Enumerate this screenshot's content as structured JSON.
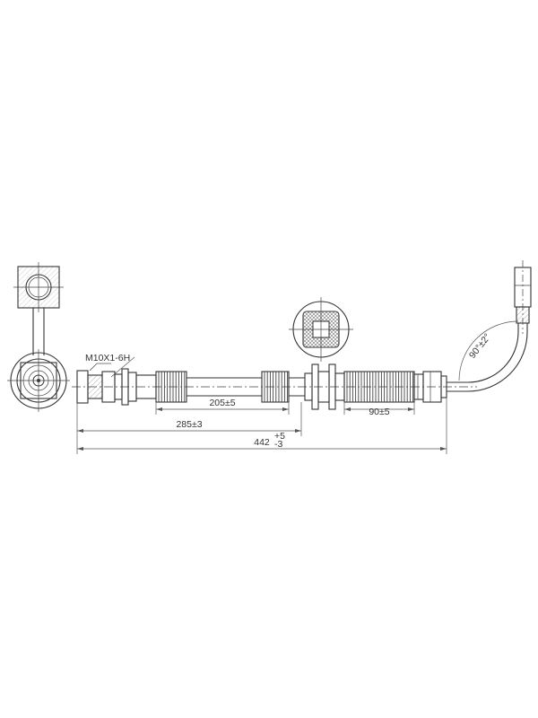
{
  "labels": {
    "thread": "M10X1-6H",
    "dim_205": "205±5",
    "dim_90": "90±5",
    "dim_285": "285±3",
    "dim_442": "442",
    "dim_442_tol_upper": "+5",
    "dim_442_tol_lower": "-3",
    "angle": "90°±2°"
  },
  "colors": {
    "line": "#333333",
    "background": "#ffffff"
  }
}
